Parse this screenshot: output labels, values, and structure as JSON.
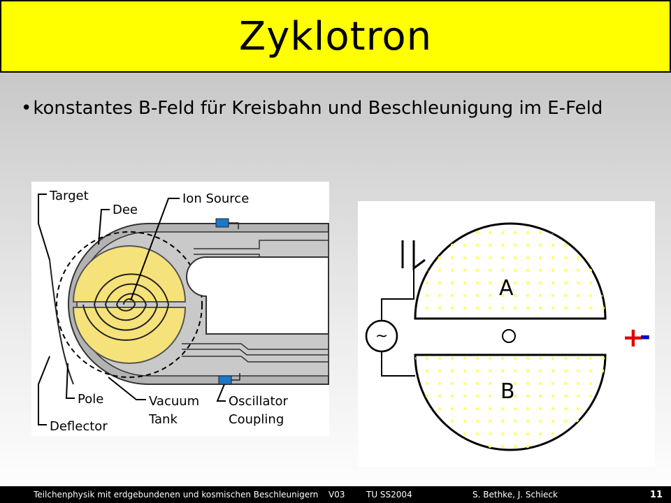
{
  "slide": {
    "title": "Zyklotron",
    "bullet_marker": "•",
    "bullet_text": "konstantes B-Feld für Kreisbahn und Beschleunigung im E-Feld"
  },
  "figure_left": {
    "labels": {
      "target": "Target",
      "dee": "Dee",
      "ion_source": "Ion Source",
      "pole": "Pole",
      "deflector": "Deflector",
      "vacuum_line1": "Vacuum",
      "vacuum_line2": "Tank",
      "oscillator_line1": "Oscillator",
      "oscillator_line2": "Coupling"
    }
  },
  "figure_right": {
    "label_a": "A",
    "label_b": "B",
    "ac_symbol": "~",
    "plus": "+",
    "minus": "-",
    "colors": {
      "dots": "#ffff66",
      "plus": "#e00000",
      "minus": "#0000cc"
    }
  },
  "footer": {
    "course": "Teilchenphysik mit erdgebundenen und kosmischen Beschleunigern",
    "lecture": "V03",
    "term": "TU SS2004",
    "authors": "S. Bethke, J. Schieck",
    "page": "11"
  },
  "colors": {
    "title_bg": "#ffff00",
    "dee_fill": "#f6e27a",
    "tank_fill": "#b8b8b8"
  }
}
